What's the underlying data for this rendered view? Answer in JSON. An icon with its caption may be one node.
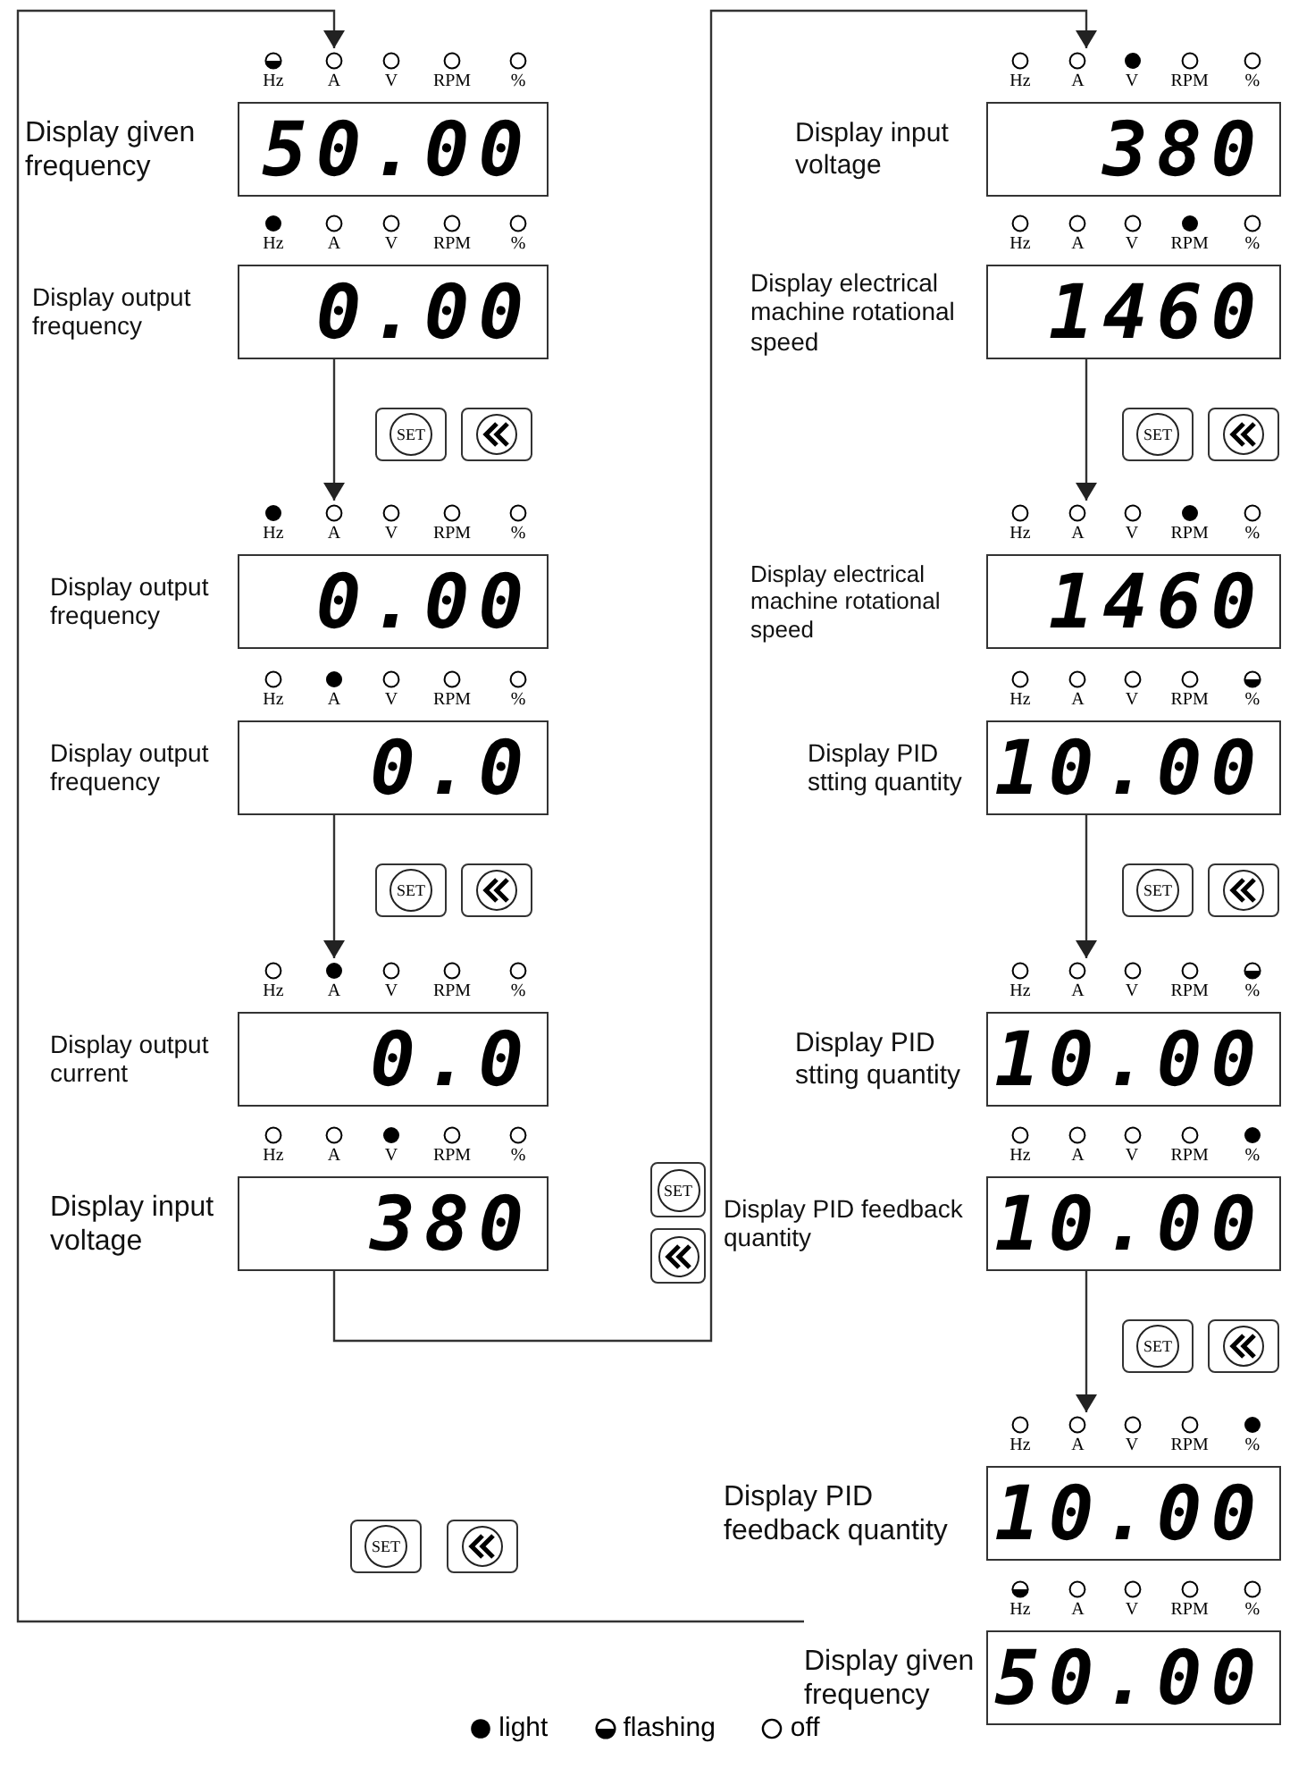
{
  "diagram": {
    "nodes": [
      {
        "text": [
          "Display given frequency",
          "Hz",
          "A",
          "V",
          "RPM",
          "%",
          "50.00"
        ]
      },
      {
        "text": [
          "Display output frequency",
          "Hz",
          "A",
          "V",
          "RPM",
          "%",
          "0.00"
        ]
      },
      {
        "text": [
          "Display output frequency",
          "Hz",
          "A",
          "V",
          "RPM",
          "%",
          "0.00"
        ]
      },
      {
        "text": [
          "Display output frequency",
          "Hz",
          "A",
          "V",
          "RPM",
          "%",
          "0.0"
        ]
      },
      {
        "text": [
          "Display output current",
          "Hz",
          "A",
          "V",
          "RPM",
          "%",
          "0.0"
        ]
      },
      {
        "text": [
          "Display input voltage",
          "Hz",
          "A",
          "V",
          "RPM",
          "%",
          "380"
        ]
      },
      {
        "text": [
          "Display input voltage",
          "Hz",
          "A",
          "V",
          "RPM",
          "%",
          "380"
        ]
      },
      {
        "text": [
          "Display electrical machine rotational speed",
          "Hz",
          "A",
          "V",
          "RPM",
          "%",
          "1460"
        ]
      },
      {
        "text": [
          "Display electrical machine rotational speed",
          "Hz",
          "A",
          "V",
          "RPM",
          "%",
          "1460"
        ]
      },
      {
        "text": [
          "Display PID stting quantity",
          "Hz",
          "A",
          "V",
          "RPM",
          "%",
          "10.00"
        ]
      },
      {
        "text": [
          "Display PID stting quantity",
          "Hz",
          "A",
          "V",
          "RPM",
          "%",
          "10.00"
        ]
      },
      {
        "text": [
          "Display PID feedback quantity",
          "Hz",
          "A",
          "V",
          "RPM",
          "%",
          "10.00"
        ]
      },
      {
        "text": [
          "Display PID feedback quantity",
          "Hz",
          "A",
          "V",
          "RPM",
          "%",
          "10.00"
        ]
      },
      {
        "text": [
          "Display given frequency",
          "Hz",
          "A",
          "V",
          "RPM",
          "%",
          "50.00"
        ]
      }
    ],
    "edges": [
      {
        "from": 1,
        "to": 2,
        "arrow": "to"
      },
      {
        "from": 3,
        "to": 4,
        "arrow": "to"
      },
      {
        "from": 5,
        "to": 6,
        "arrow": "to"
      },
      {
        "from": 7,
        "to": 8,
        "arrow": "to"
      },
      {
        "from": 9,
        "to": 10,
        "arrow": "to"
      },
      {
        "from": 11,
        "to": 12,
        "arrow": "to"
      },
      {
        "from": 13,
        "to": 0,
        "arrow": "to"
      }
    ],
    "labels": [
      "SET",
      "SET",
      "SET",
      "SET",
      "SET",
      "SET",
      "SET"
    ],
    "legend": [
      {
        "text": "light"
      },
      {
        "text": "flashing"
      },
      {
        "text": "off"
      }
    ]
  }
}
